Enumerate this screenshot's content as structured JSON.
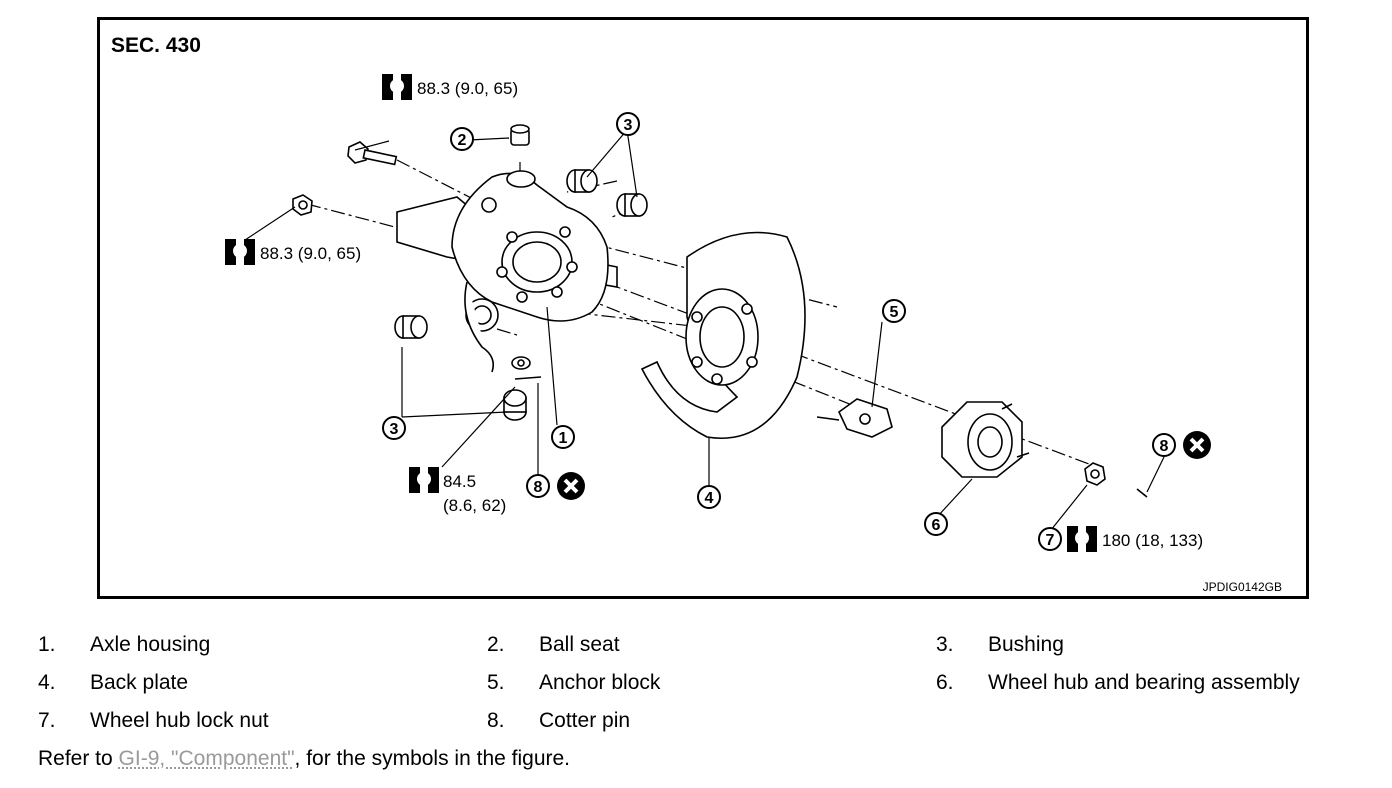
{
  "figure": {
    "section": "SEC. 430",
    "code": "JPDIG0142GB",
    "torques": {
      "bolt_top": "88.3 (9.0, 65)",
      "nut_left": "88.3 (9.0, 65)",
      "lower_nut_line1": "84.5",
      "lower_nut_line2": "(8.6, 62)",
      "hub_nut": "180 (18, 133)"
    },
    "callouts": [
      "1",
      "2",
      "3",
      "3",
      "4",
      "5",
      "6",
      "7",
      "8",
      "8"
    ],
    "symbols": {
      "torque": "torque-wrench-icon",
      "do_not_reuse": "x-circle-icon"
    }
  },
  "legend": [
    {
      "num": "1.",
      "label": "Axle housing"
    },
    {
      "num": "2.",
      "label": "Ball seat"
    },
    {
      "num": "3.",
      "label": "Bushing"
    },
    {
      "num": "4.",
      "label": "Back plate"
    },
    {
      "num": "5.",
      "label": "Anchor block"
    },
    {
      "num": "6.",
      "label": "Wheel hub and bearing assembly"
    },
    {
      "num": "7.",
      "label": "Wheel hub lock nut"
    },
    {
      "num": "8.",
      "label": "Cotter pin"
    }
  ],
  "note": {
    "prefix": "Refer to ",
    "link": "GI-9, \"Component\"",
    "suffix": ", for the symbols in the figure."
  }
}
